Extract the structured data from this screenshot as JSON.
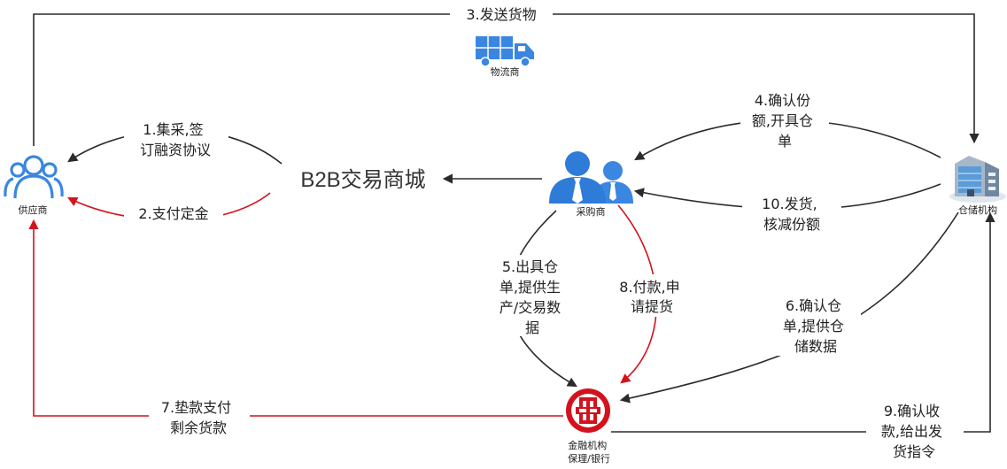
{
  "colors": {
    "black_arrow": "#2b2b2b",
    "red_arrow": "#d3121d",
    "blue_icon": "#3a86e0",
    "bank_red": "#d3121d"
  },
  "nodes": {
    "supplier": {
      "label": "供应商",
      "icon": "users-icon"
    },
    "mall": {
      "label": "B2B交易商城"
    },
    "purchaser": {
      "label": "采购商",
      "icon": "business-people-icon"
    },
    "warehouse": {
      "label": "仓储机构",
      "icon": "building-icon"
    },
    "logistics": {
      "label": "物流商",
      "icon": "truck-icon"
    },
    "bank": {
      "label_line1": "金融机构",
      "label_line2": "保理/银行",
      "icon": "icbc-bank-icon"
    }
  },
  "edges": {
    "e1": {
      "lines": [
        "1.集采,签",
        "订融资协议"
      ]
    },
    "e2": {
      "lines": [
        "2.支付定金"
      ]
    },
    "e3": {
      "lines": [
        "3.发送货物"
      ]
    },
    "e4": {
      "lines": [
        "4.确认份",
        "额,开具仓",
        "单"
      ]
    },
    "e5": {
      "lines": [
        "5.出具仓",
        "单,提供生",
        "产/交易数",
        "据"
      ]
    },
    "e6": {
      "lines": [
        "6.确认仓",
        "单,提供仓",
        "储数据"
      ]
    },
    "e7": {
      "lines": [
        "7.垫款支付",
        "剩余货款"
      ]
    },
    "e8": {
      "lines": [
        "8.付款,申",
        "请提货"
      ]
    },
    "e9": {
      "lines": [
        "9.确认收",
        "款,给出发",
        "货指令"
      ]
    },
    "e10": {
      "lines": [
        "10.发货,",
        "核减份额"
      ]
    }
  }
}
